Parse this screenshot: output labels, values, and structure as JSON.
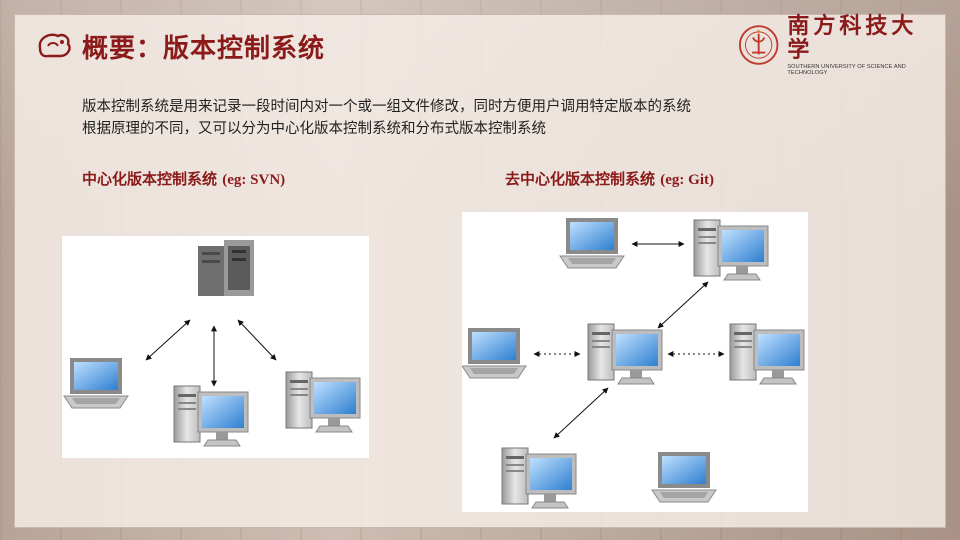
{
  "title": "概要：版本控制系统",
  "logo": {
    "cn": "南方科技大学",
    "en": "SOUTHERN UNIVERSITY OF SCIENCE AND TECHNOLOGY"
  },
  "description": [
    "版本控制系统是用来记录一段时间内对一个或一组文件修改，同时方便用户调用特定版本的系统",
    "根据原理的不同，又可以分为中心化版本控制系统和分布式版本控制系统"
  ],
  "centralized": {
    "label": "中心化版本控制系统",
    "example": "(eg: SVN)"
  },
  "distributed": {
    "label": "去中心化版本控制系统",
    "example": "(eg: Git)"
  },
  "colors": {
    "accent": "#8b1a1a",
    "screen": "#3b8fd8"
  },
  "icons": [
    "title-icon",
    "university-seal-icon",
    "server-icon",
    "laptop-icon",
    "desktop-icon",
    "double-arrow-icon"
  ]
}
